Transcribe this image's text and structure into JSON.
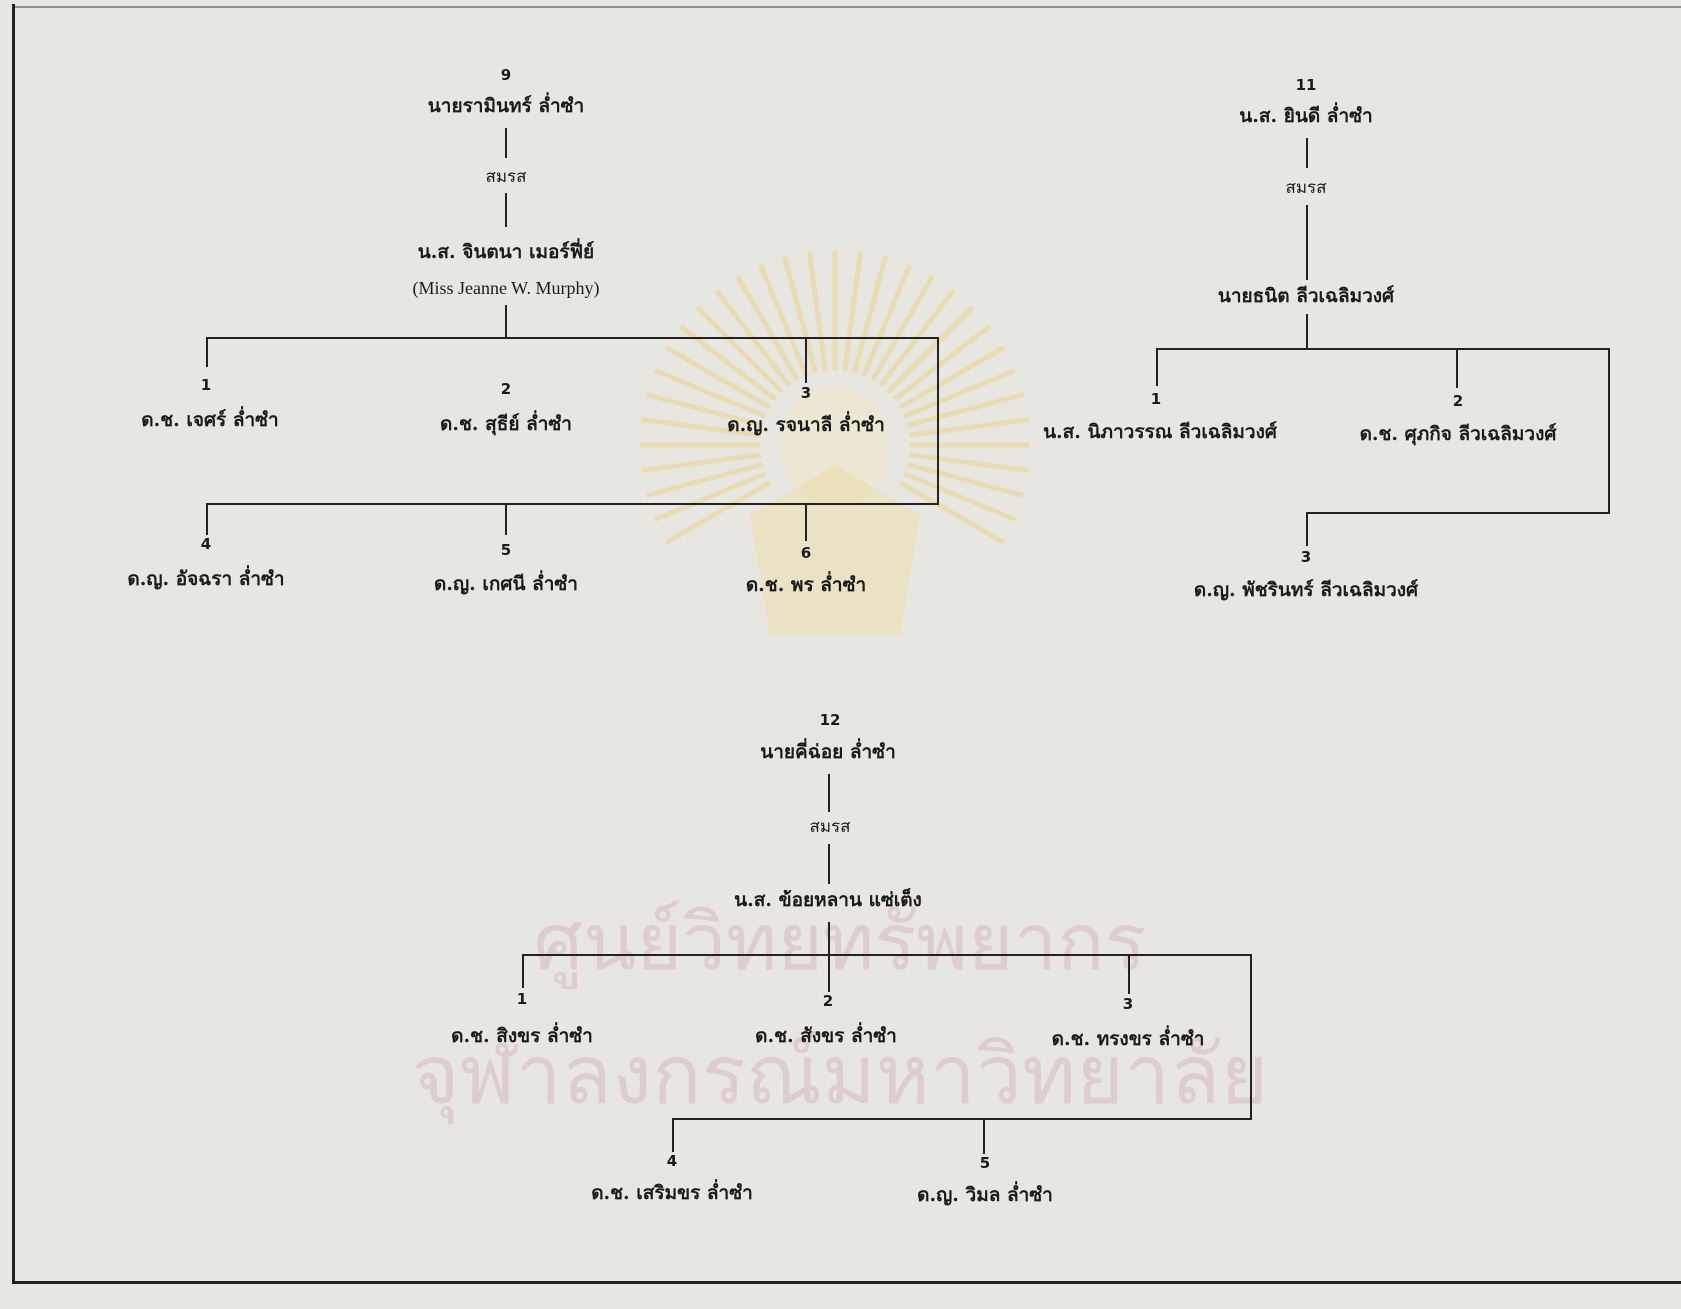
{
  "marriage_label": "สมรส",
  "watermark": {
    "line1": "ศูนย์วิทยทรัพยากร",
    "line2": "จุฬาลงกรณ์มหาวิทยาลัย"
  },
  "family_9": {
    "number": "9",
    "name": "นายรามินทร์  ล่ำซำ",
    "spouse": "น.ส. จินตนา  เมอร์ฟี่ย์",
    "spouse_english": "(Miss Jeanne W. Murphy)",
    "children": [
      {
        "number": "1",
        "name": "ด.ช. เจศร์  ล่ำซำ"
      },
      {
        "number": "2",
        "name": "ด.ช. สุธีย์  ล่ำซำ"
      },
      {
        "number": "3",
        "name": "ด.ญ. รจนาลี  ล่ำซำ"
      },
      {
        "number": "4",
        "name": "ด.ญ. อัจฉรา  ล่ำซำ"
      },
      {
        "number": "5",
        "name": "ด.ญ. เกศนี  ล่ำซำ"
      },
      {
        "number": "6",
        "name": "ด.ช. พร  ล่ำซำ"
      }
    ]
  },
  "family_11": {
    "number": "11",
    "name": "น.ส. ยินดี  ล่ำซำ",
    "spouse": "นายธนิต  ลีวเฉลิมวงศ์",
    "children": [
      {
        "number": "1",
        "name": "น.ส. นิภาวรรณ  ลีวเฉลิมวงศ์"
      },
      {
        "number": "2",
        "name": "ด.ช. ศุภกิจ  ลีวเฉลิมวงศ์"
      },
      {
        "number": "3",
        "name": "ด.ญ. พัชรินทร์  ลีวเฉลิมวงศ์"
      }
    ]
  },
  "family_12": {
    "number": "12",
    "name": "นายคี่ฉ่อย  ล่ำซำ",
    "spouse": "น.ส. ข้อยหลาน  แซ่เต็ง",
    "children": [
      {
        "number": "1",
        "name": "ด.ช. สิงขร  ล่ำซำ"
      },
      {
        "number": "2",
        "name": "ด.ช. สังขร  ล่ำซำ"
      },
      {
        "number": "3",
        "name": "ด.ช. ทรงขร  ล่ำซำ"
      },
      {
        "number": "4",
        "name": "ด.ช. เสริมขร  ล่ำซำ"
      },
      {
        "number": "5",
        "name": "ด.ญ. วิมล  ล่ำซำ"
      }
    ]
  }
}
